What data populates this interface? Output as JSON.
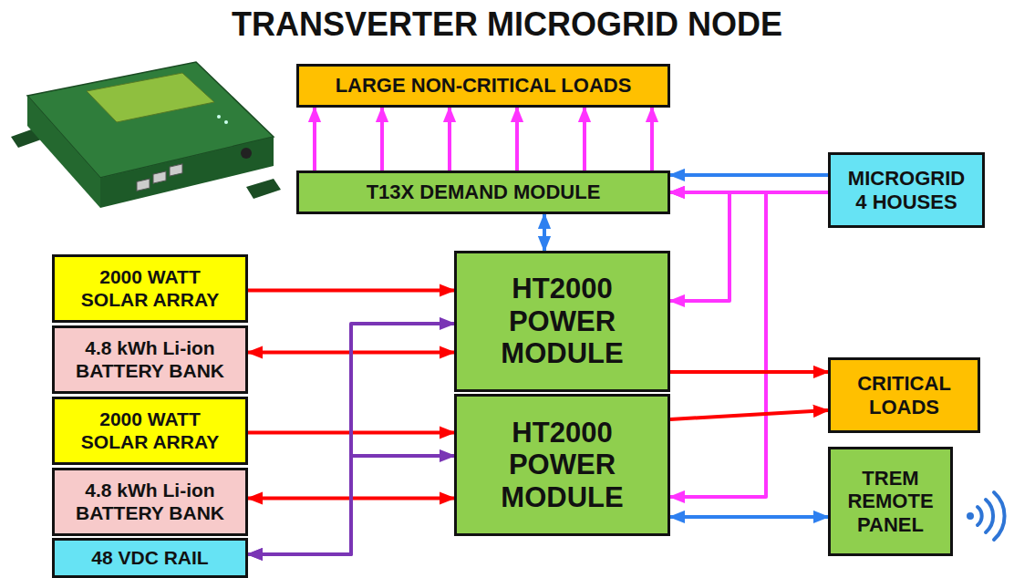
{
  "diagram": {
    "title": "TRANSVERTER MICROGRID NODE",
    "nodes": [
      {
        "text": [
          "LARGE NON-CRITICAL LOADS"
        ]
      },
      {
        "text": [
          "T13X DEMAND MODULE"
        ]
      },
      {
        "text": [
          "MICROGRID 4 HOUSES"
        ]
      },
      {
        "text": [
          "2000 WATT SOLAR ARRAY"
        ]
      },
      {
        "text": [
          "4.8 kWh Li-ion BATTERY BANK"
        ]
      },
      {
        "text": [
          "HT2000 POWER MODULE"
        ]
      },
      {
        "text": [
          "2000 WATT SOLAR ARRAY"
        ]
      },
      {
        "text": [
          "4.8 kWh Li-ion BATTERY BANK"
        ]
      },
      {
        "text": [
          "CRITICAL LOADS"
        ]
      },
      {
        "text": [
          "HT2000 POWER MODULE"
        ]
      },
      {
        "text": [
          "TREM REMOTE PANEL"
        ]
      },
      {
        "text": [
          "48 VDC RAIL"
        ]
      }
    ],
    "edges": [
      {
        "from": 1,
        "to": 0,
        "arrow": "to"
      },
      {
        "from": 1,
        "to": 0,
        "arrow": "to"
      },
      {
        "from": 1,
        "to": 0,
        "arrow": "to"
      },
      {
        "from": 1,
        "to": 0,
        "arrow": "to"
      },
      {
        "from": 1,
        "to": 0,
        "arrow": "to"
      },
      {
        "from": 1,
        "to": 0,
        "arrow": "to"
      },
      {
        "from": 2,
        "to": 1,
        "arrow": "to"
      },
      {
        "from": 2,
        "to": 1,
        "arrow": "to"
      },
      {
        "from": 1,
        "to": 5,
        "arrow": "both"
      },
      {
        "from": 3,
        "to": 5,
        "arrow": "to"
      },
      {
        "from": 4,
        "to": 5,
        "arrow": "both"
      },
      {
        "from": 6,
        "to": 9,
        "arrow": "to"
      },
      {
        "from": 7,
        "to": 9,
        "arrow": "both"
      },
      {
        "from": 11,
        "to": 5,
        "arrow": "both"
      },
      {
        "from": 11,
        "to": 9,
        "arrow": "both"
      },
      {
        "from": 5,
        "to": 1,
        "arrow": "both"
      },
      {
        "from": 9,
        "to": 1,
        "arrow": "both"
      },
      {
        "from": 5,
        "to": 8,
        "arrow": "to"
      },
      {
        "from": 9,
        "to": 8,
        "arrow": "to"
      },
      {
        "from": 9,
        "to": 10,
        "arrow": "both"
      }
    ]
  }
}
